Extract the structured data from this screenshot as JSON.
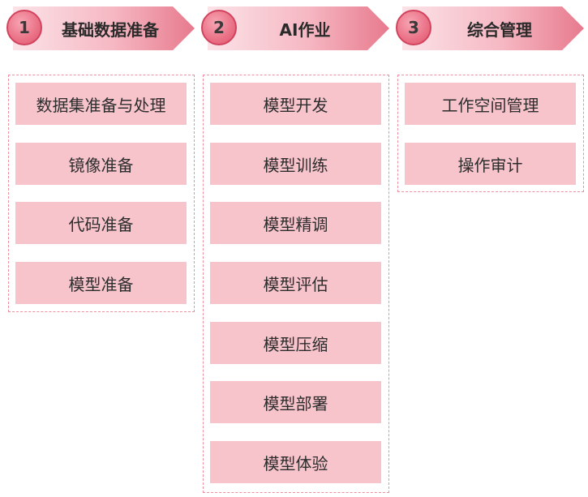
{
  "columns": [
    {
      "number": "1",
      "title": "基础数据准备",
      "items": [
        "数据集准备与处理",
        "镜像准备",
        "代码准备",
        "模型准备"
      ]
    },
    {
      "number": "2",
      "title": "AI作业",
      "items": [
        "模型开发",
        "模型训练",
        "模型精调",
        "模型评估",
        "模型压缩",
        "模型部署",
        "模型体验"
      ]
    },
    {
      "number": "3",
      "title": "综合管理",
      "items": [
        "工作空间管理",
        "操作审计"
      ]
    }
  ],
  "colors": {
    "banner_start": "#fbe3e8",
    "banner_end": "#e77a8d",
    "circle": "#ea7186",
    "item_fill": "#f7c4cc",
    "dashed_border": "#ec8f9f"
  }
}
